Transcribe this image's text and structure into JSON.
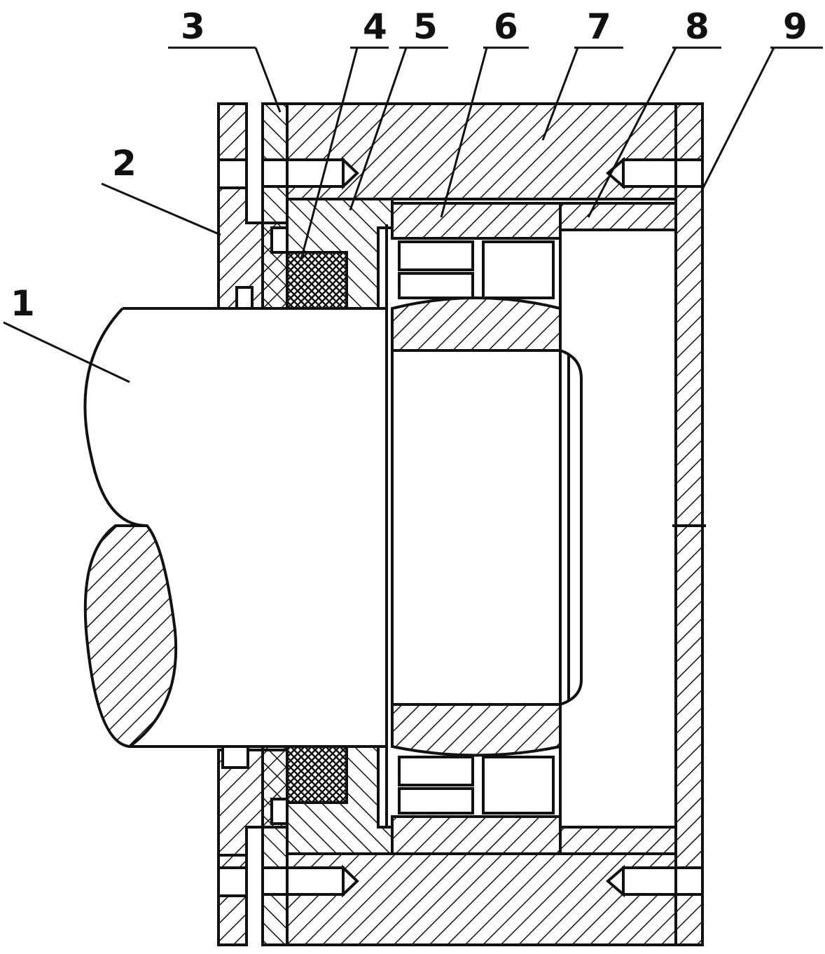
{
  "diagram": {
    "labels": [
      "1",
      "2",
      "3",
      "4",
      "5",
      "6",
      "7",
      "8",
      "9"
    ]
  },
  "colors": {
    "line": "#111111",
    "background": "#ffffff"
  }
}
